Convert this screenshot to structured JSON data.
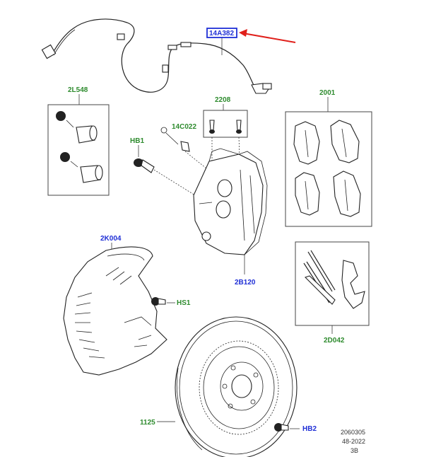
{
  "labels": {
    "sensor": "14A382",
    "kit_2l548": "2L548",
    "kit_2208": "2208",
    "bolt_14c022": "14C022",
    "bolt_hb1": "HB1",
    "pads_2001": "2001",
    "shield_2k004": "2K004",
    "bolt_hs1": "HS1",
    "caliper_2b120": "2B120",
    "hardware_2d042": "2D042",
    "disc_1125": "1125",
    "screw_hb2": "HB2"
  },
  "reference": {
    "code": "2060305",
    "date": "48-2022",
    "rev": "3B"
  },
  "colors": {
    "green_label": "#2e8b2e",
    "blue_label": "#1f2fd6",
    "highlight_box": "#1f2fd6",
    "arrow": "#e0201b"
  }
}
